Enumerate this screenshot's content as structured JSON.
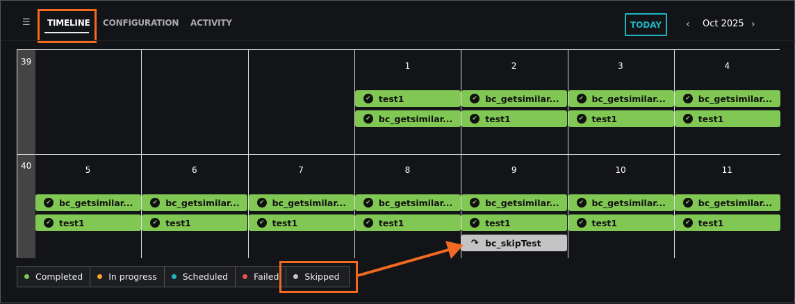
{
  "header": {
    "tabs": [
      {
        "label": "TIMELINE",
        "active": true
      },
      {
        "label": "CONFIGURATION"
      },
      {
        "label": "ACTIVITY"
      }
    ],
    "today_label": "TODAY",
    "month": "Oct 2025",
    "prev": "‹",
    "next": "›"
  },
  "colors": {
    "completed": "#80c853",
    "in_progress": "#f5a623",
    "scheduled": "#1fb6c4",
    "failed": "#e8534f",
    "skipped": "#c4c4c4",
    "annotation": "#f26a21"
  },
  "calendar": {
    "weeks": [
      {
        "number": "39",
        "days": [
          {
            "date": "",
            "events": []
          },
          {
            "date": "",
            "events": []
          },
          {
            "date": "",
            "events": []
          },
          {
            "date": "1",
            "events": [
              {
                "name": "test1",
                "status": "completed"
              },
              {
                "name": "bc_getsimilar...",
                "status": "completed"
              }
            ]
          },
          {
            "date": "2",
            "events": [
              {
                "name": "bc_getsimilar...",
                "status": "completed"
              },
              {
                "name": "test1",
                "status": "completed"
              }
            ]
          },
          {
            "date": "3",
            "events": [
              {
                "name": "bc_getsimilar...",
                "status": "completed"
              },
              {
                "name": "test1",
                "status": "completed"
              }
            ]
          },
          {
            "date": "4",
            "events": [
              {
                "name": "bc_getsimilar...",
                "status": "completed"
              },
              {
                "name": "test1",
                "status": "completed"
              }
            ]
          }
        ]
      },
      {
        "number": "40",
        "days": [
          {
            "date": "5",
            "events": [
              {
                "name": "bc_getsimilar...",
                "status": "completed"
              },
              {
                "name": "test1",
                "status": "completed"
              }
            ]
          },
          {
            "date": "6",
            "events": [
              {
                "name": "bc_getsimilar...",
                "status": "completed"
              },
              {
                "name": "test1",
                "status": "completed"
              }
            ]
          },
          {
            "date": "7",
            "events": [
              {
                "name": "bc_getsimilar...",
                "status": "completed"
              },
              {
                "name": "test1",
                "status": "completed"
              }
            ]
          },
          {
            "date": "8",
            "events": [
              {
                "name": "bc_getsimilar...",
                "status": "completed"
              },
              {
                "name": "test1",
                "status": "completed"
              }
            ]
          },
          {
            "date": "9",
            "events": [
              {
                "name": "bc_getsimilar...",
                "status": "completed"
              },
              {
                "name": "test1",
                "status": "completed"
              },
              {
                "name": "bc_skipTest",
                "status": "skipped"
              }
            ]
          },
          {
            "date": "10",
            "events": [
              {
                "name": "bc_getsimilar...",
                "status": "completed"
              },
              {
                "name": "test1",
                "status": "completed"
              }
            ]
          },
          {
            "date": "11",
            "events": [
              {
                "name": "bc_getsimilar...",
                "status": "completed"
              },
              {
                "name": "test1",
                "status": "completed"
              }
            ]
          }
        ]
      }
    ]
  },
  "legend": [
    {
      "label": "Completed",
      "key": "completed"
    },
    {
      "label": "In progress",
      "key": "in_progress"
    },
    {
      "label": "Scheduled",
      "key": "scheduled"
    },
    {
      "label": "Failed",
      "key": "failed"
    },
    {
      "label": "Skipped",
      "key": "skipped"
    }
  ]
}
